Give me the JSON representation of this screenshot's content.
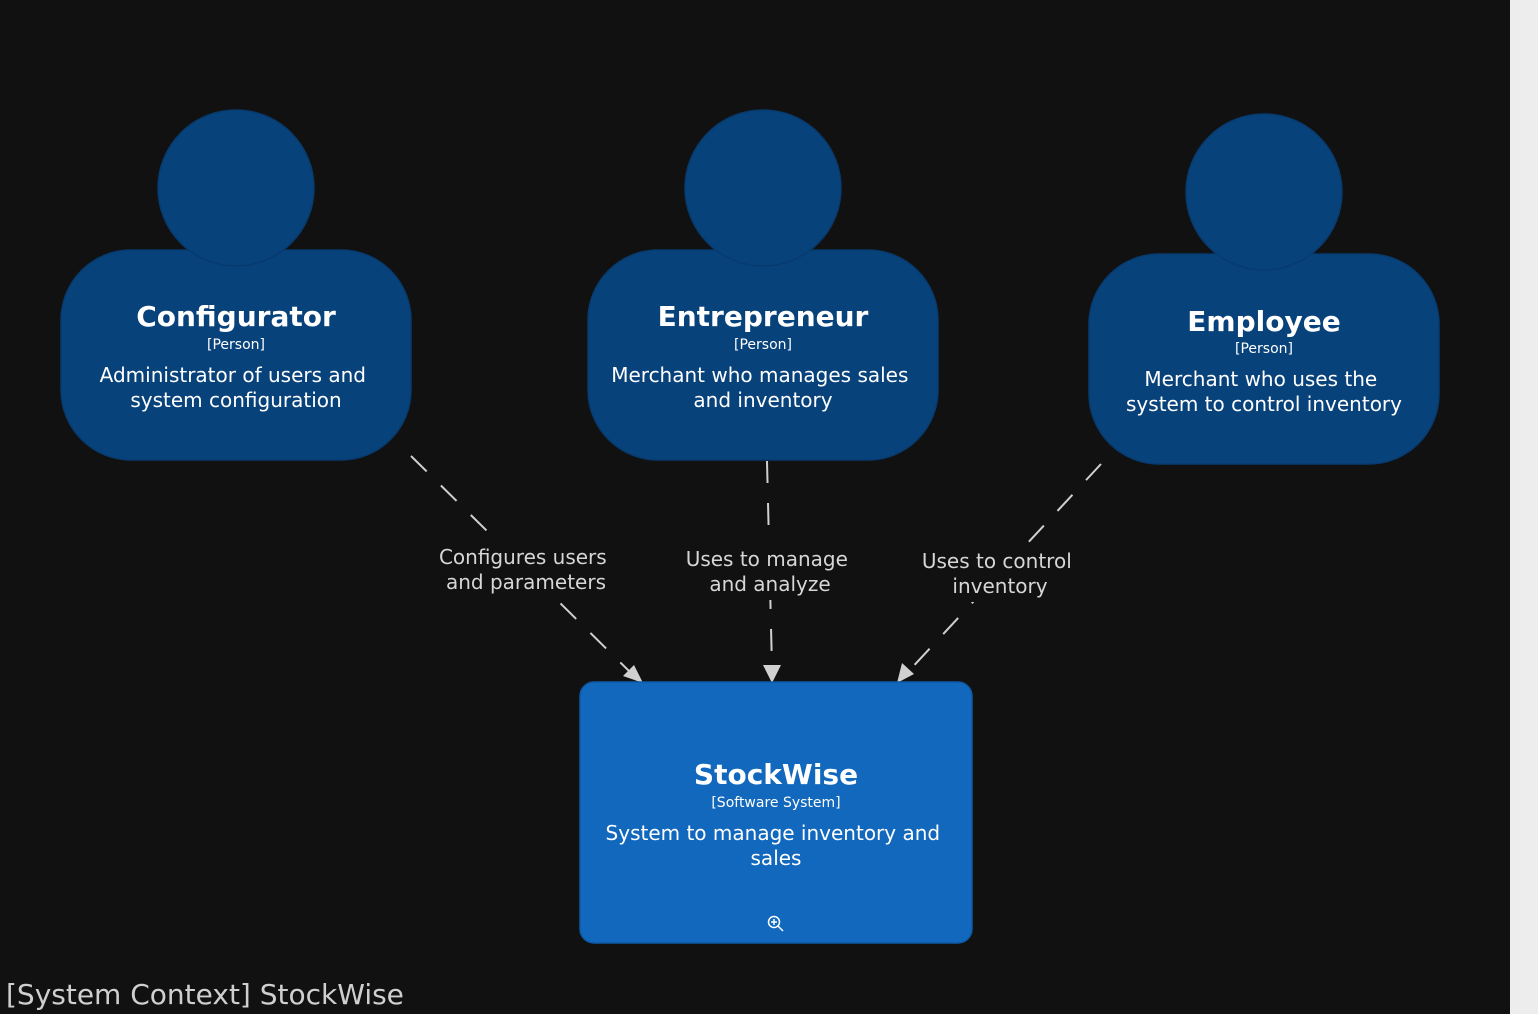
{
  "diagram": {
    "title": "[System Context] StockWise",
    "colors": {
      "background": "#111111",
      "person": "#08427b",
      "software_system": "#1168bd",
      "edge": "#d0d0d0",
      "text": "#ffffff"
    },
    "persons": [
      {
        "id": "configurator",
        "name": "Configurator",
        "type": "[Person]",
        "description_lines": [
          "Administrator of users and",
          "system configuration"
        ]
      },
      {
        "id": "entrepreneur",
        "name": "Entrepreneur",
        "type": "[Person]",
        "description_lines": [
          "Merchant who manages sales",
          "and inventory"
        ]
      },
      {
        "id": "employee",
        "name": "Employee",
        "type": "[Person]",
        "description_lines": [
          "Merchant who uses the",
          "system to control inventory"
        ]
      }
    ],
    "system": {
      "id": "stockwise",
      "name": "StockWise",
      "type": "[Software System]",
      "description_lines": [
        "System to manage inventory and",
        "sales"
      ],
      "icon": "zoom-in-icon"
    },
    "relationships": [
      {
        "from": "configurator",
        "to": "stockwise",
        "label_lines": [
          "Configures users",
          "and parameters"
        ]
      },
      {
        "from": "entrepreneur",
        "to": "stockwise",
        "label_lines": [
          "Uses to manage",
          "and analyze"
        ]
      },
      {
        "from": "employee",
        "to": "stockwise",
        "label_lines": [
          "Uses to control",
          "inventory"
        ]
      }
    ]
  }
}
